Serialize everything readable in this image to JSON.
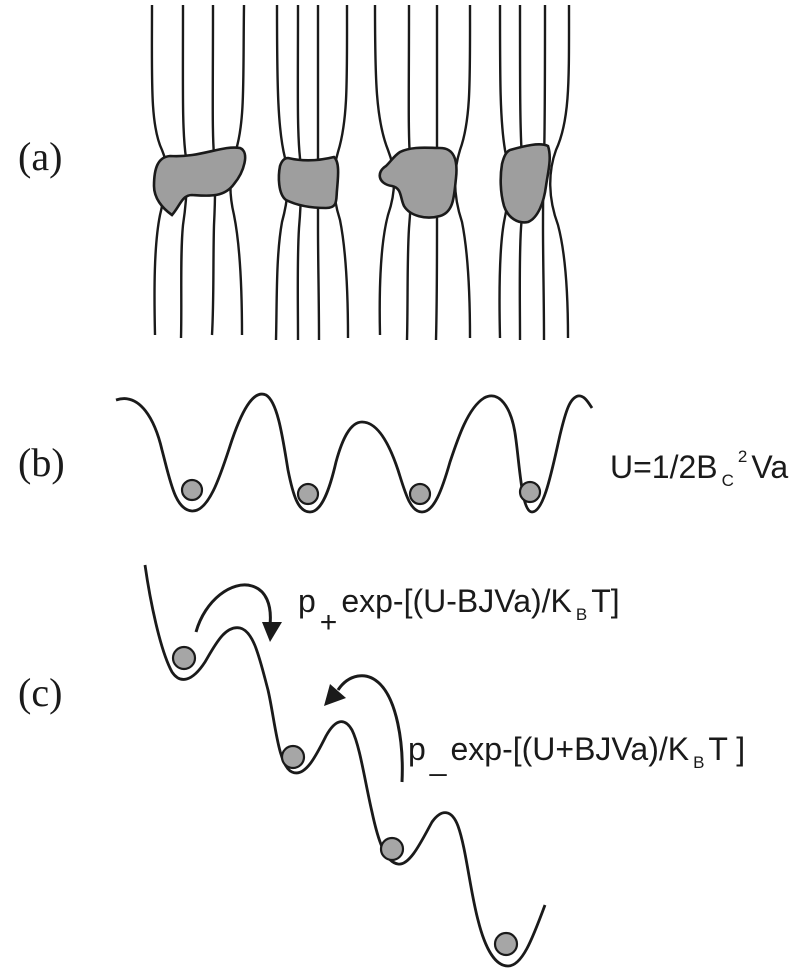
{
  "panels": {
    "a": {
      "label": "(a)"
    },
    "b": {
      "label": "(b)"
    },
    "c": {
      "label": "(c)"
    }
  },
  "equations": {
    "potential": {
      "main": "U=1/2B",
      "sub": "C",
      "sup": "2",
      "tail": "Va"
    },
    "forward_rate": {
      "prefix": "p",
      "prefix_sub": "+",
      "main": "exp-[(U-BJVa)/K",
      "sub": "B",
      "tail": "T]"
    },
    "backward_rate": {
      "prefix": "p",
      "prefix_sub": "_",
      "main": "exp-[(U+BJVa)/K",
      "sub": "B",
      "tail": "T ]"
    }
  },
  "colors": {
    "line": "#1a1a1a",
    "pinning_center_fill": "#9e9e9e",
    "vortex_ball_fill": "#a6a6a6"
  }
}
